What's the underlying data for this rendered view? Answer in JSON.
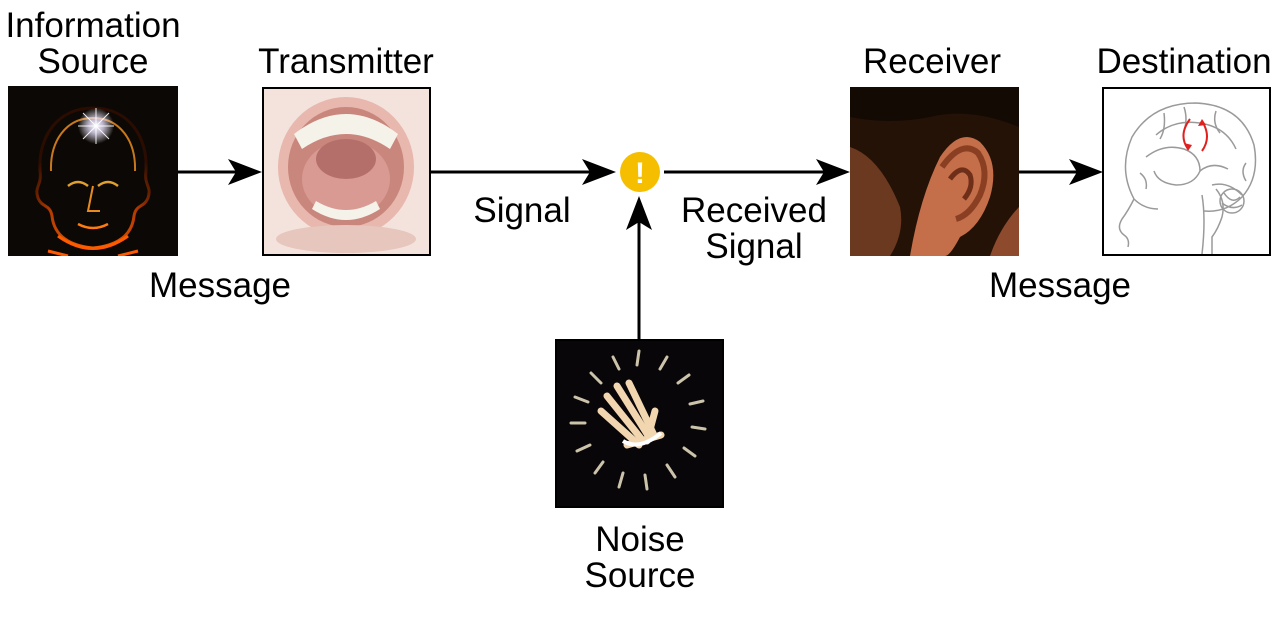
{
  "nodes": {
    "source_line1": "Information",
    "source_line2": "Source",
    "transmitter": "Transmitter",
    "receiver": "Receiver",
    "destination": "Destination",
    "noise_line1": "Noise",
    "noise_line2": "Source"
  },
  "edges": {
    "message_left": "Message",
    "signal": "Signal",
    "received_line1": "Received",
    "received_line2": "Signal",
    "message_right": "Message"
  },
  "noise_marker": "!",
  "icons": {
    "source": "head-with-light-burst-icon",
    "transmitter": "open-mouth-icon",
    "noise": "light-burst-icon",
    "receiver": "ear-icon",
    "destination": "brain-outline-icon"
  },
  "colors": {
    "noise_marker": "#f5bf00",
    "arrow": "#000000",
    "brain_arrows": "#e02020"
  }
}
